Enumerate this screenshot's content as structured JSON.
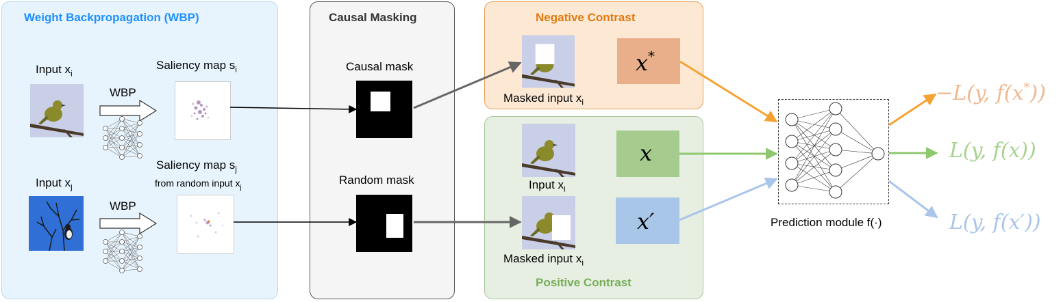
{
  "wbp": {
    "title": "Weight Backpropagation (WBP)",
    "input_i_label": "Input x",
    "input_i_sub": "i",
    "input_j_label": "Input x",
    "input_j_sub": "j",
    "arrow_label_top": "WBP",
    "arrow_label_bottom": "WBP",
    "saliency_i_label": "Saliency map s",
    "saliency_i_sub": "i",
    "saliency_j_label": "Saliency map s",
    "saliency_j_sub": "j",
    "saliency_j_note": "from random input x",
    "saliency_j_note_sub": "j"
  },
  "causal_masking": {
    "title": "Causal Masking",
    "causal_mask_label": "Causal mask",
    "random_mask_label": "Random mask"
  },
  "negative": {
    "title": "Negative Contrast",
    "masked_label": "Masked input x",
    "masked_sub": "i",
    "feature_base": "x",
    "feature_mark": "*"
  },
  "positive": {
    "title": "Positive Contrast",
    "input_label": "Input x",
    "input_sub": "i",
    "masked_label": "Masked input x",
    "masked_sub": "i",
    "feature_x": "x",
    "feature_xprime_base": "x",
    "feature_xprime_mark": "′"
  },
  "prediction": {
    "label": "Prediction module f(·)"
  },
  "losses": {
    "negative_prefix": "−",
    "negative_body": "L(y, f(x",
    "negative_mark": "*",
    "negative_close": "))",
    "original": "L(y, f(x))",
    "positive_body": "L(y, f(x",
    "positive_mark": "′",
    "positive_close": "))"
  },
  "colors": {
    "wbp_bg": "#E8F4FD",
    "wbp_title": "#1E90FF",
    "causal_bg": "#F5F5F5",
    "negative_bg": "#FDE8D4",
    "negative_title": "#E07A10",
    "negative_box": "#E8AF8A",
    "positive_bg": "#E6EFE1",
    "positive_title": "#78AE5A",
    "positive_box": "#A6CB8E",
    "prime_box": "#A8C6E8",
    "orange_arrow": "#F5A234",
    "green_arrow": "#8FC76E",
    "blue_arrow": "#A9C5EA"
  }
}
